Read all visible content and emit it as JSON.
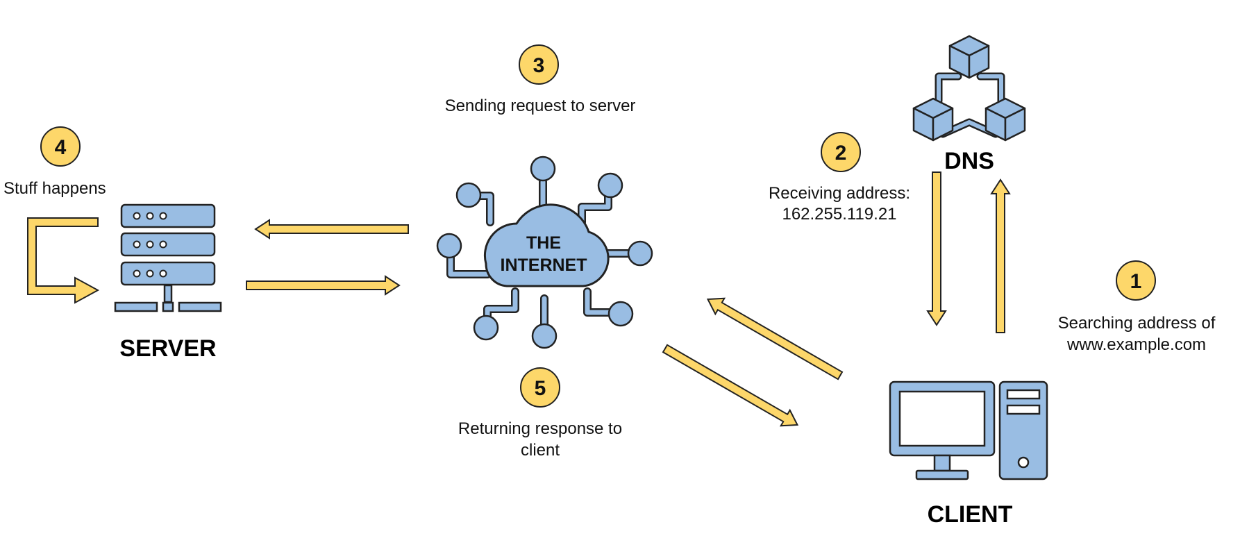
{
  "nodes": {
    "server": {
      "label": "SERVER"
    },
    "internet": {
      "line1": "THE",
      "line2": "INTERNET"
    },
    "dns": {
      "label": "DNS"
    },
    "client": {
      "label": "CLIENT"
    }
  },
  "steps": [
    {
      "number": "1",
      "lines": [
        "Searching address of",
        "www.example.com"
      ]
    },
    {
      "number": "2",
      "lines": [
        "Receiving address:",
        "162.255.119.21"
      ]
    },
    {
      "number": "3",
      "lines": [
        "Sending request to server"
      ]
    },
    {
      "number": "4",
      "lines": [
        "Stuff happens"
      ]
    },
    {
      "number": "5",
      "lines": [
        "Returning response to",
        "client"
      ]
    }
  ],
  "colors": {
    "icon_fill": "#99bde3",
    "arrow_fill": "#fdd76a",
    "badge_fill": "#fdd76a",
    "outline": "#222222"
  }
}
